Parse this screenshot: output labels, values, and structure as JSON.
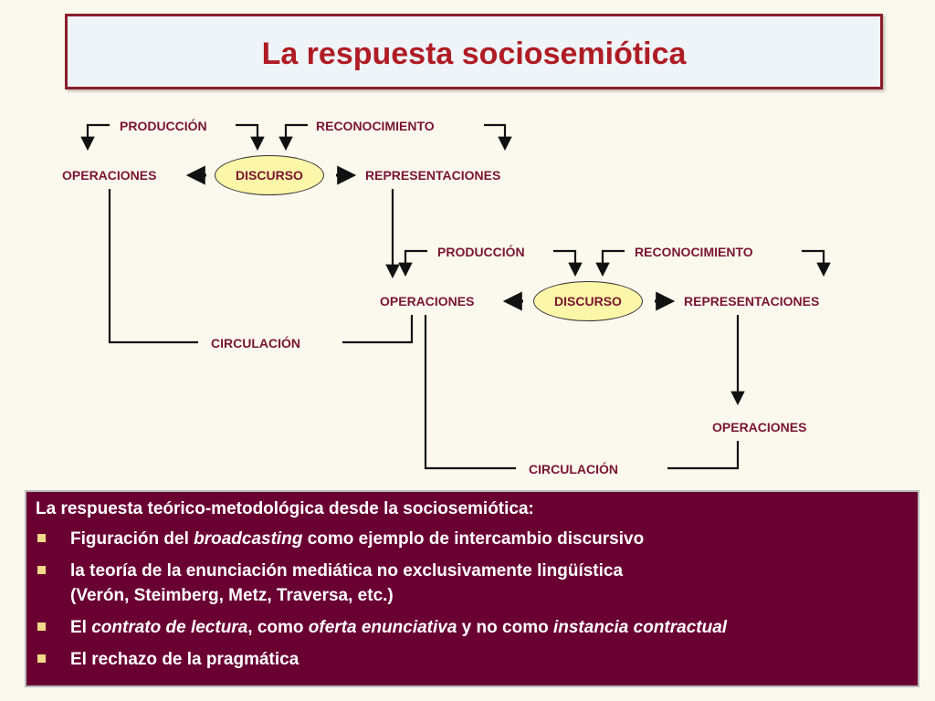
{
  "slide": {
    "title": "La respuesta sociosemiótica"
  },
  "diagram": {
    "top": {
      "produccion": "PRODUCCIÓN",
      "reconocimiento": "RECONOCIMIENTO",
      "operaciones": "OPERACIONES",
      "discurso": "DISCURSO",
      "representaciones": "REPRESENTACIONES",
      "circulacion": "CIRCULACIÓN"
    },
    "middle": {
      "produccion": "PRODUCCIÓN",
      "reconocimiento": "RECONOCIMIENTO",
      "operaciones": "OPERACIONES",
      "discurso": "DISCURSO",
      "representaciones": "REPRESENTACIONES",
      "circulacion": "CIRCULACIÓN"
    },
    "bottom": {
      "operaciones": "OPERACIONES"
    }
  },
  "info": {
    "heading": "La respuesta teórico-metodológica desde la sociosemiótica:",
    "bullets": [
      {
        "parts": [
          "Figuración del ",
          "broadcasting",
          " como ejemplo de intercambio discursivo"
        ]
      },
      {
        "parts": [
          "la teoría de la enunciación mediática no exclusivamente lingüística"
        ],
        "line2": "(Verón, Steimberg, Metz, Traversa, etc.)"
      },
      {
        "parts": [
          "El ",
          "contrato de lectura",
          ", como ",
          "oferta enunciativa",
          " y no como ",
          "instancia contractual",
          ""
        ]
      },
      {
        "parts": [
          "El rechazo de la pragmática"
        ]
      }
    ]
  },
  "colors": {
    "title": "#b01c24",
    "title_border": "#8a1f2a",
    "label": "#7a1530",
    "ellipse_fill": "#fbf6a8",
    "info_bg": "#6a0032",
    "bullet": "#f3d98a"
  }
}
